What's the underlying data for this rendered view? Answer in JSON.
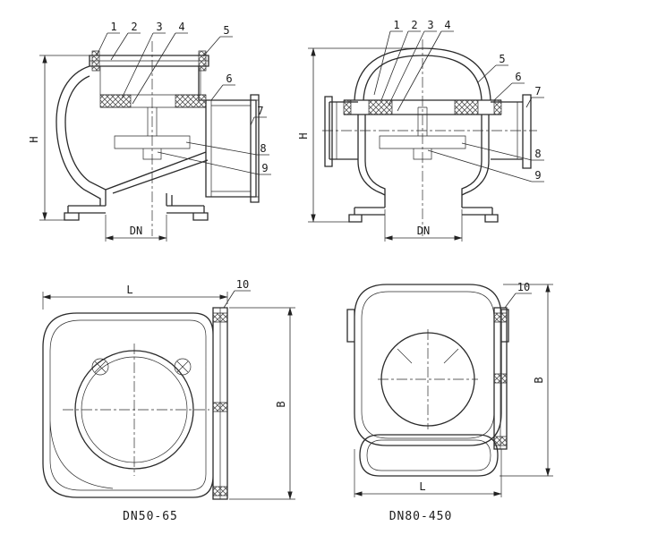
{
  "drawing": {
    "captions": {
      "dn50": "DN50-65",
      "dn80": "DN80-450"
    },
    "dims": {
      "H": "H",
      "DN": "DN",
      "L": "L",
      "B": "B"
    },
    "parts": {
      "p1": "1",
      "p2": "2",
      "p3": "3",
      "p4": "4",
      "p5": "5",
      "p6": "6",
      "p7": "7",
      "p8": "8",
      "p9": "9",
      "p10": "10"
    }
  }
}
